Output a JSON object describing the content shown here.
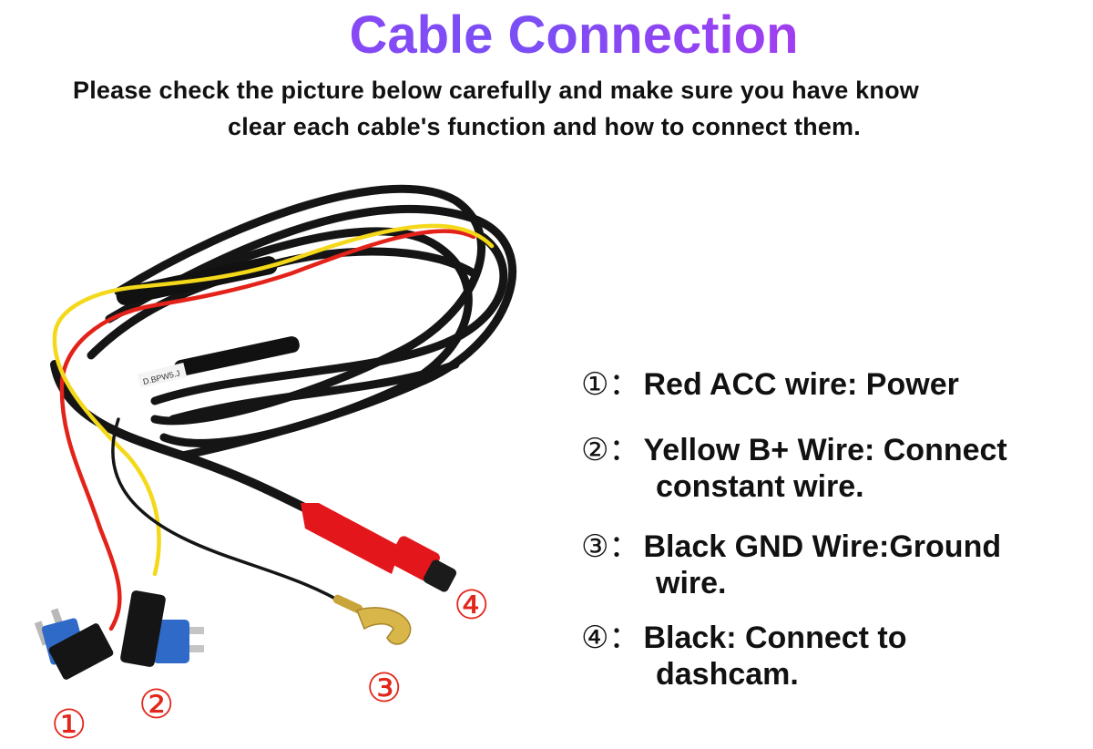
{
  "header": {
    "title": "Cable Connection",
    "line1": "Please check the picture below carefully and make sure you have know",
    "line2": "clear each cable's function and how to connect them."
  },
  "photo": {
    "markers": [
      "①",
      "②",
      "③",
      "④"
    ],
    "label_tag": "D.BPW5.J"
  },
  "legend": [
    {
      "num": "①：",
      "text": "Red ACC wire: Power",
      "text2": ""
    },
    {
      "num": "②：",
      "text": "Yellow B+ Wire: Connect",
      "text2": "constant wire."
    },
    {
      "num": "③：",
      "text": "Black GND Wire:Ground",
      "text2": "wire."
    },
    {
      "num": "④：",
      "text": "Black: Connect to",
      "text2": "dashcam."
    }
  ],
  "colors": {
    "title_gradient": [
      "#a03bf2",
      "#7a4ff6",
      "#cf29e9"
    ],
    "marker": "#e3261b",
    "wire_red": "#e32219",
    "wire_yellow": "#f4d81a",
    "cable_black": "#151515",
    "connector_red": "#e3161b",
    "fuse_blue": "#2f6ac8"
  }
}
